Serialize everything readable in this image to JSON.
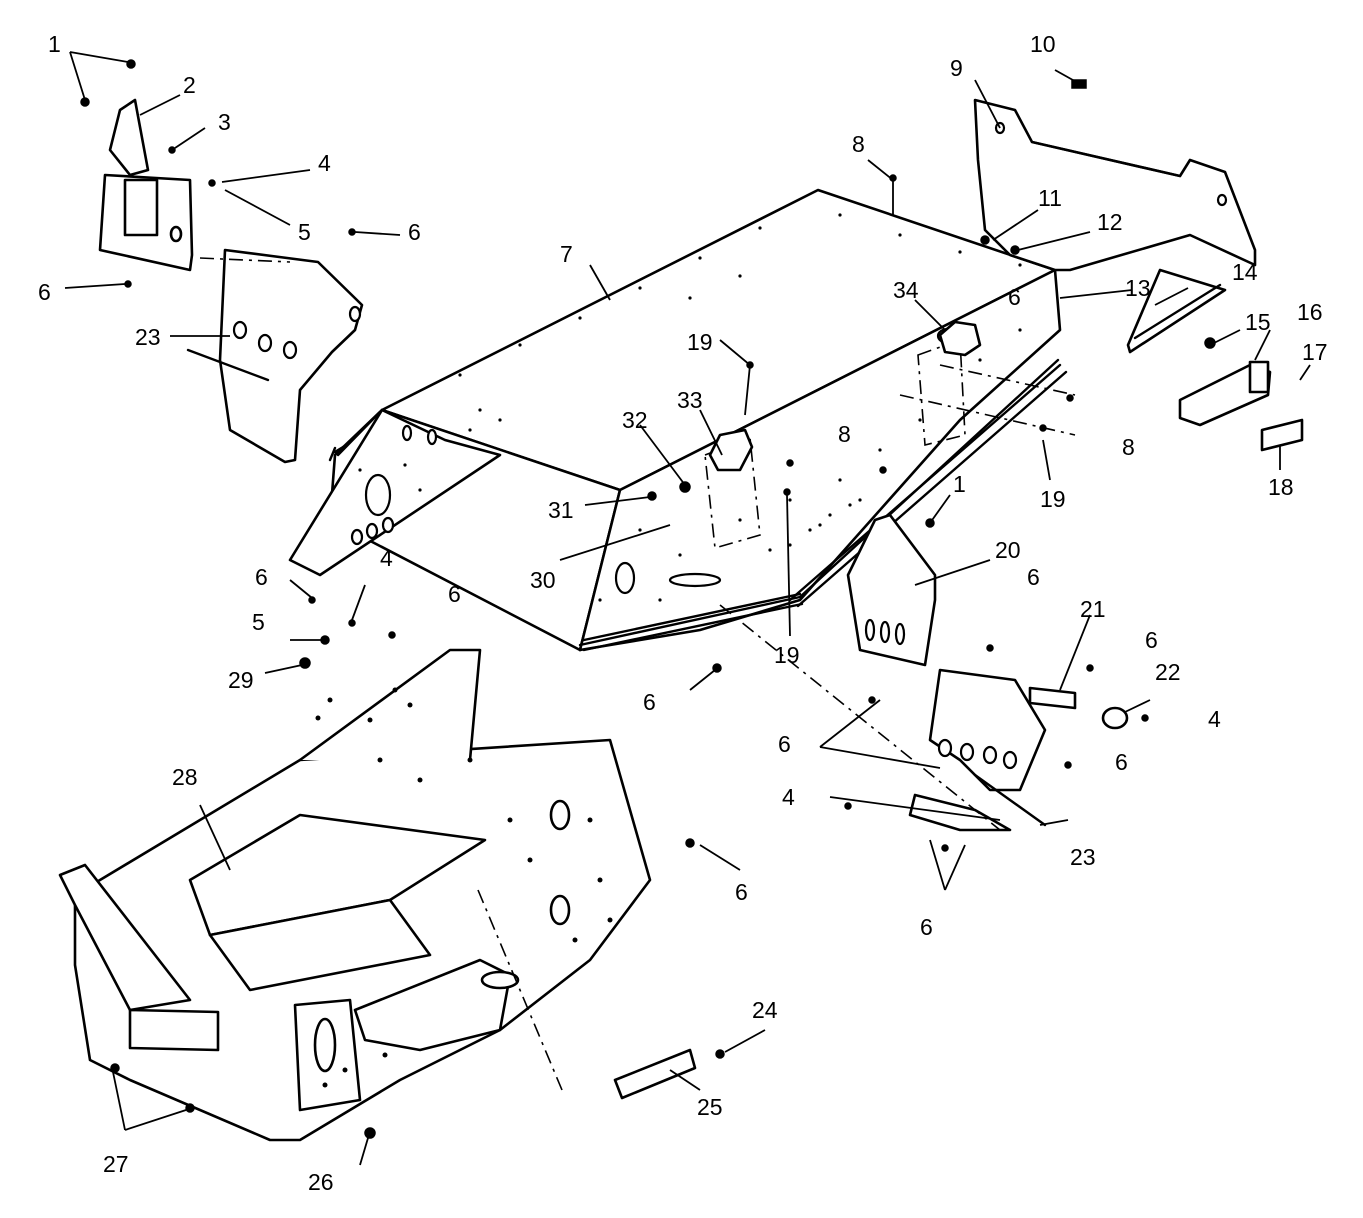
{
  "callouts": [
    {
      "id": "c1a",
      "text": "1"
    },
    {
      "id": "c2",
      "text": "2"
    },
    {
      "id": "c3",
      "text": "3"
    },
    {
      "id": "c4a",
      "text": "4"
    },
    {
      "id": "c5a",
      "text": "5"
    },
    {
      "id": "c6a",
      "text": "6"
    },
    {
      "id": "c6b",
      "text": "6"
    },
    {
      "id": "c7",
      "text": "7"
    },
    {
      "id": "c8a",
      "text": "8"
    },
    {
      "id": "c9",
      "text": "9"
    },
    {
      "id": "c10",
      "text": "10"
    },
    {
      "id": "c11",
      "text": "11"
    },
    {
      "id": "c12",
      "text": "12"
    },
    {
      "id": "c13",
      "text": "13"
    },
    {
      "id": "c14",
      "text": "14"
    },
    {
      "id": "c15",
      "text": "15"
    },
    {
      "id": "c16",
      "text": "16"
    },
    {
      "id": "c17",
      "text": "17"
    },
    {
      "id": "c18",
      "text": "18"
    },
    {
      "id": "c19a",
      "text": "19"
    },
    {
      "id": "c19b",
      "text": "19"
    },
    {
      "id": "c19c",
      "text": "19"
    },
    {
      "id": "c8b",
      "text": "8"
    },
    {
      "id": "c8c",
      "text": "8"
    },
    {
      "id": "c1b",
      "text": "1"
    },
    {
      "id": "c20",
      "text": "20"
    },
    {
      "id": "c21",
      "text": "21"
    },
    {
      "id": "c22",
      "text": "22"
    },
    {
      "id": "c23a",
      "text": "23"
    },
    {
      "id": "c23b",
      "text": "23"
    },
    {
      "id": "c24",
      "text": "24"
    },
    {
      "id": "c25",
      "text": "25"
    },
    {
      "id": "c26",
      "text": "26"
    },
    {
      "id": "c27",
      "text": "27"
    },
    {
      "id": "c28",
      "text": "28"
    },
    {
      "id": "c29",
      "text": "29"
    },
    {
      "id": "c30",
      "text": "30"
    },
    {
      "id": "c31",
      "text": "31"
    },
    {
      "id": "c32",
      "text": "32"
    },
    {
      "id": "c33",
      "text": "33"
    },
    {
      "id": "c34",
      "text": "34"
    },
    {
      "id": "c4b",
      "text": "4"
    },
    {
      "id": "c5b",
      "text": "5"
    },
    {
      "id": "c6c",
      "text": "6"
    },
    {
      "id": "c6d",
      "text": "6"
    },
    {
      "id": "c6e",
      "text": "6"
    },
    {
      "id": "c6f",
      "text": "6"
    },
    {
      "id": "c6g",
      "text": "6"
    },
    {
      "id": "c6h",
      "text": "6"
    },
    {
      "id": "c6i",
      "text": "6"
    },
    {
      "id": "c6j",
      "text": "6"
    },
    {
      "id": "c4c",
      "text": "4"
    },
    {
      "id": "c4d",
      "text": "4"
    },
    {
      "id": "c6k",
      "text": "6"
    },
    {
      "id": "c6l",
      "text": "6"
    }
  ]
}
